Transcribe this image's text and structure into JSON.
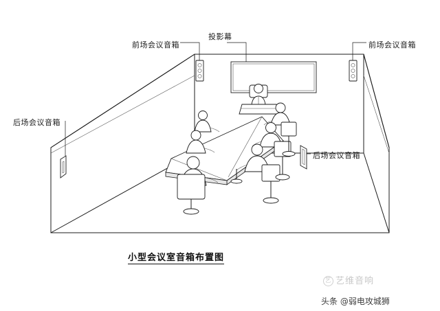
{
  "page": {
    "title": "小型会议室音箱布置图",
    "background_color": "#ffffff",
    "line_color": "#1b1b1b"
  },
  "labels": [
    {
      "id": "front-left-speaker",
      "text": "前场会议音箱"
    },
    {
      "id": "projection-screen",
      "text": "投影幕"
    },
    {
      "id": "front-right-speaker",
      "text": "前场会议音箱"
    },
    {
      "id": "rear-left-speaker",
      "text": "后场会议音箱"
    },
    {
      "id": "rear-right-speaker",
      "text": "后场会议音箱"
    }
  ],
  "watermark": {
    "brand": "艺维音响",
    "circle_glyph": "艺"
  },
  "footer": {
    "credit": "头条 @弱电攻城狮"
  }
}
